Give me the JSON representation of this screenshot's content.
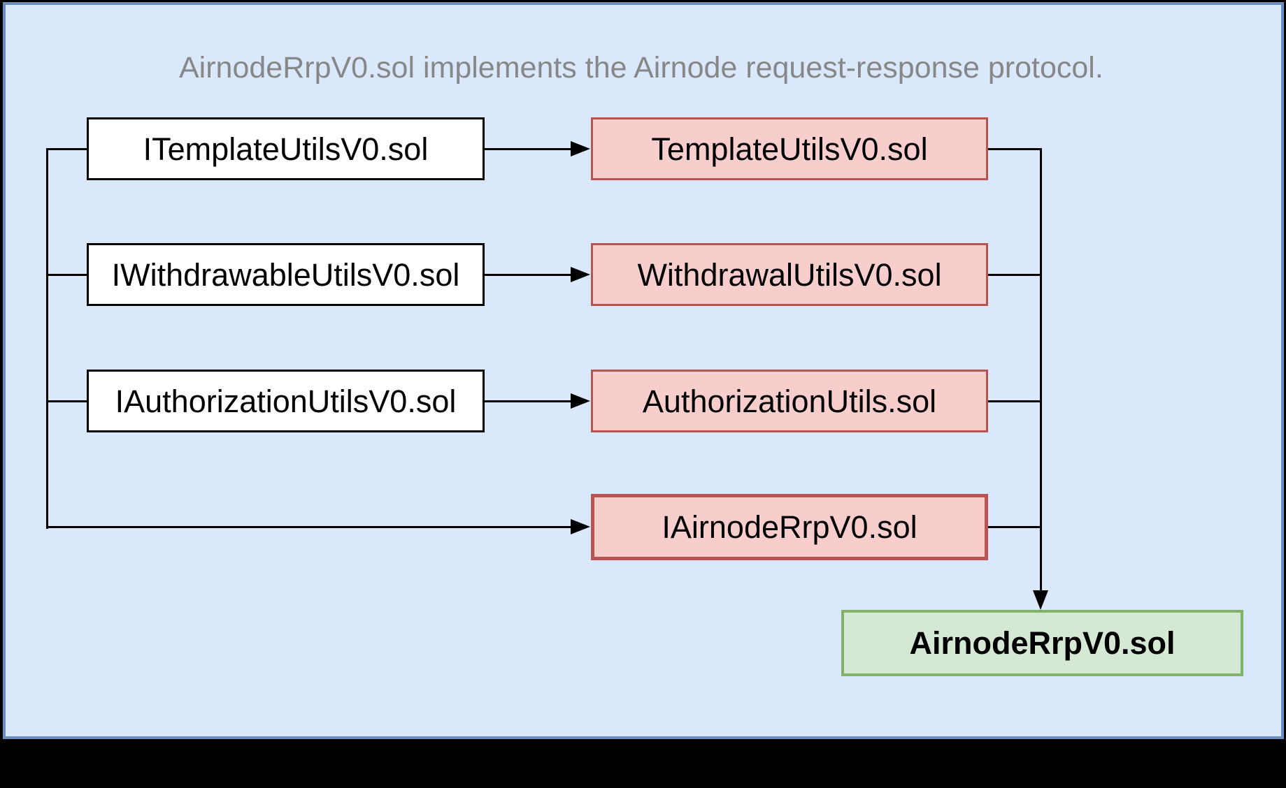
{
  "title": "AirnodeRrpV0.sol implements the Airnode request-response protocol.",
  "rows": [
    {
      "interface_label": "ITemplateUtilsV0.sol",
      "implementation_label": "TemplateUtilsV0.sol"
    },
    {
      "interface_label": "IWithdrawableUtilsV0.sol",
      "implementation_label": "WithdrawalUtilsV0.sol"
    },
    {
      "interface_label": "IAuthorizationUtilsV0.sol",
      "implementation_label": "AuthorizationUtils.sol"
    }
  ],
  "rrp_interface": {
    "label": "IAirnodeRrpV0.sol"
  },
  "main_contract": {
    "label": "AirnodeRrpV0.sol"
  },
  "colors": {
    "canvas-bg": "#000000",
    "panel-fill": "#dae8fc",
    "panel-stroke": "#6c8ebf",
    "interface-fill": "#ffffff",
    "interface-stroke": "#000000",
    "implementation-fill": "#f8cecc",
    "implementation-stroke": "#b85450",
    "main-fill": "#d5e8d4",
    "main-stroke": "#82b366",
    "title-color": "#878787",
    "connector-color": "#000000"
  }
}
